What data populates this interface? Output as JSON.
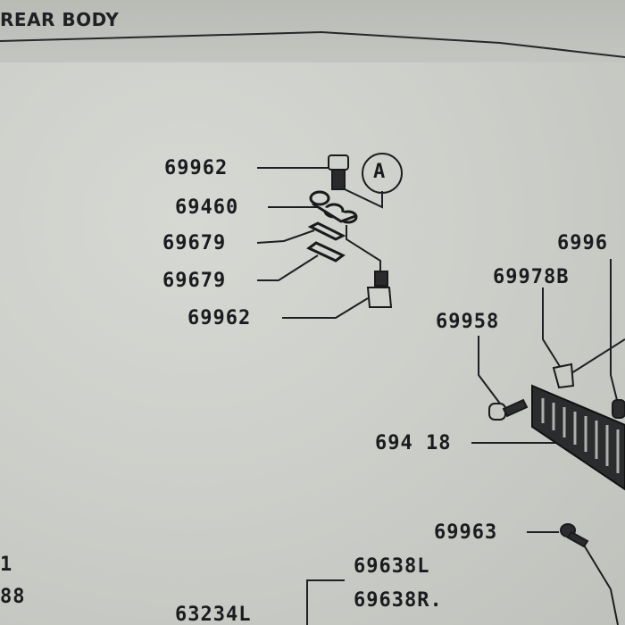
{
  "header": {
    "title": "REAR BODY"
  },
  "diagram": {
    "reference_marker": "A",
    "callouts": [
      {
        "id": "c1",
        "label": "69962"
      },
      {
        "id": "c2",
        "label": "69460"
      },
      {
        "id": "c3",
        "label": "69679"
      },
      {
        "id": "c4",
        "label": "69679"
      },
      {
        "id": "c5",
        "label": "69962"
      },
      {
        "id": "c6",
        "label": "6996"
      },
      {
        "id": "c7",
        "label": "69978B"
      },
      {
        "id": "c8",
        "label": "69958"
      },
      {
        "id": "c9",
        "label": "694 18"
      },
      {
        "id": "c10",
        "label": "69963"
      },
      {
        "id": "c11",
        "label": "69638L"
      },
      {
        "id": "c12",
        "label": "69638R."
      },
      {
        "id": "c13",
        "label": "63234L"
      },
      {
        "id": "c14",
        "label": "1"
      },
      {
        "id": "c15",
        "label": "88"
      }
    ]
  }
}
